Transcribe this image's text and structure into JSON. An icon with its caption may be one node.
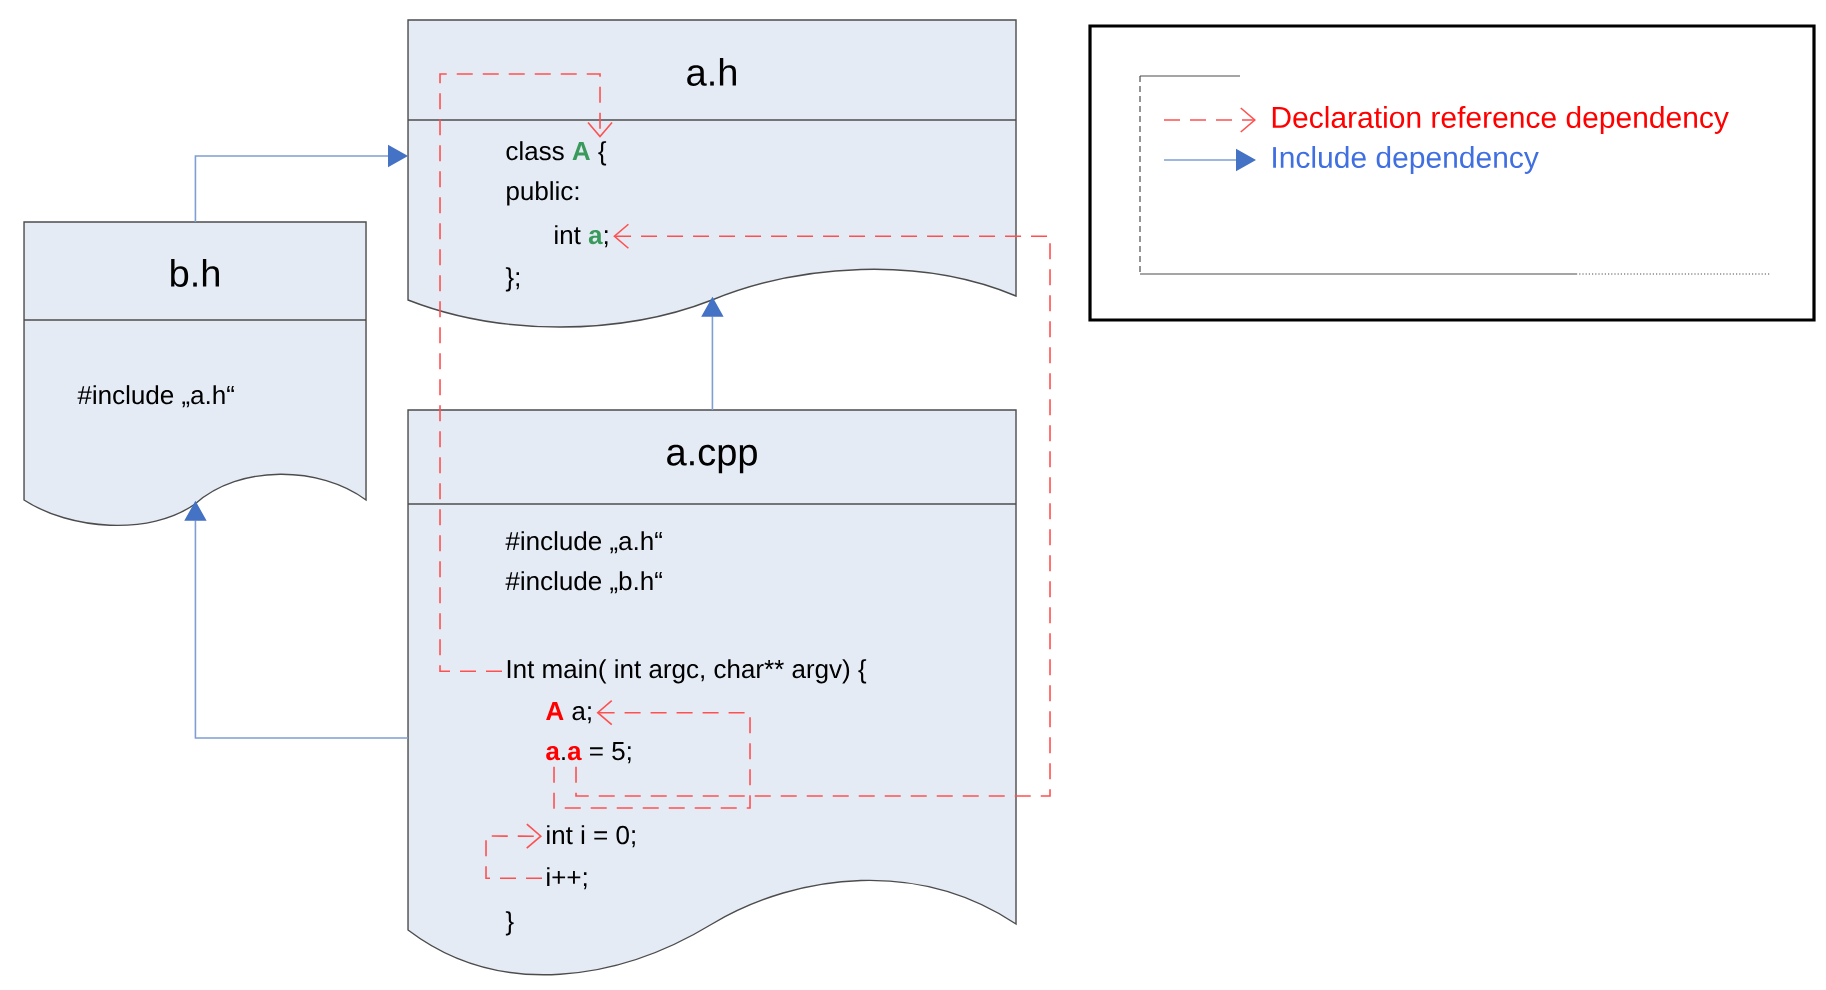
{
  "diagram": {
    "nodes": [
      {
        "text": [
          "a.h"
        ]
      },
      {
        "text": [
          "class **A** {"
        ],
        "in": 0
      },
      {
        "text": [
          "public:"
        ],
        "in": 0
      },
      {
        "text": [
          "int **a**;"
        ],
        "in": 0
      },
      {
        "text": [
          "};"
        ],
        "in": 0
      },
      {
        "text": [
          "b.h"
        ]
      },
      {
        "text": [
          "#include „a.h“"
        ],
        "in": 5
      },
      {
        "text": [
          "a.cpp"
        ]
      },
      {
        "text": [
          "#include „a.h“"
        ],
        "in": 7
      },
      {
        "text": [
          "#include „b.h“"
        ],
        "in": 7
      },
      {
        "text": [
          "Int main( int argc, char** argv) {"
        ],
        "in": 7
      },
      {
        "text": [
          "**A** a;"
        ],
        "in": 7
      },
      {
        "text": [
          "**a**.**a** = 5;"
        ],
        "in": 7
      },
      {
        "text": [
          "int i = 0;"
        ],
        "in": 7
      },
      {
        "text": [
          "i++;"
        ],
        "in": 7
      },
      {
        "text": [
          "}"
        ],
        "in": 7
      }
    ],
    "edges": [
      {
        "from": 5,
        "to": 0,
        "arrow": "to",
        "color": "#7f9fd3"
      },
      {
        "from": 7,
        "to": 0,
        "arrow": "to",
        "color": "#7f9fd3"
      },
      {
        "from": 7,
        "to": 5,
        "arrow": "to",
        "color": "#7f9fd3"
      },
      {
        "from": 10,
        "to": 1,
        "arrow": "to",
        "style": "dashed",
        "color": "#ff5050"
      },
      {
        "from": 12,
        "to": 3,
        "arrow": "to",
        "style": "dashed",
        "color": "#ff5050"
      },
      {
        "from": 12,
        "to": 11,
        "arrow": "to",
        "style": "dashed",
        "color": "#ff5050"
      },
      {
        "from": 14,
        "to": 13,
        "arrow": "to",
        "style": "dashed",
        "color": "#ff5050"
      }
    ],
    "legend": [
      {
        "text": "Declaration reference dependency"
      },
      {
        "text": "Include dependency"
      }
    ]
  }
}
